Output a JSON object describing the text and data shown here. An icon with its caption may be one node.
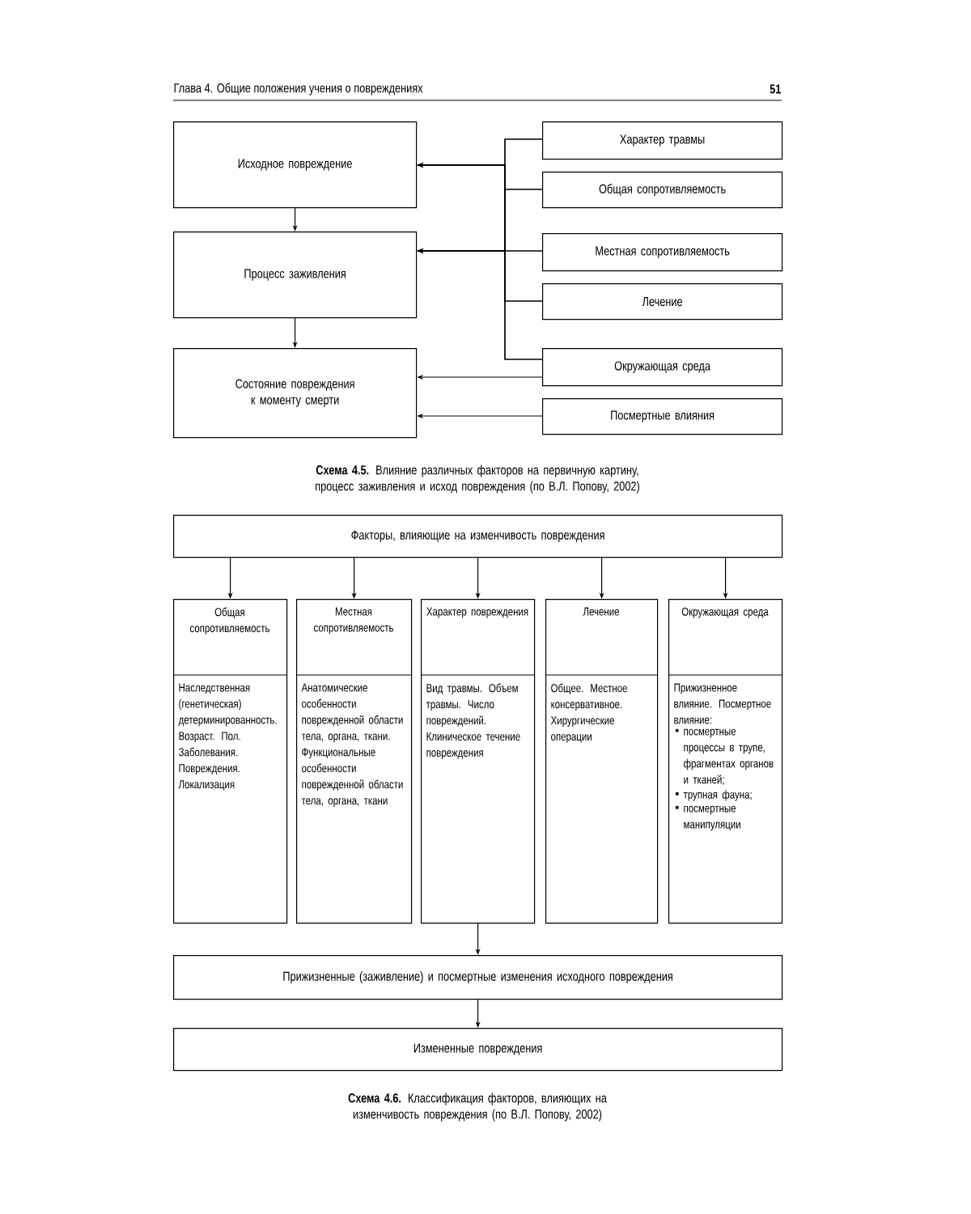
{
  "diagram": {
    "nodes": [
      {
        "text": [
          "Исходное повреждение"
        ]
      },
      {
        "text": [
          "Процесс заживления"
        ]
      },
      {
        "text": [
          "Состояние повреждения к моменту смерти"
        ]
      },
      {
        "text": [
          "Характер травмы"
        ]
      },
      {
        "text": [
          "Общая сопротивляемость"
        ]
      },
      {
        "text": [
          "Местная сопротивляемость"
        ]
      },
      {
        "text": [
          "Лечение"
        ]
      },
      {
        "text": [
          "Окружающая среда"
        ]
      },
      {
        "text": [
          "Посмертные влияния"
        ]
      },
      {
        "text": [
          "Факторы, влияющие на изменчивость повреждения"
        ]
      },
      {
        "text": [
          "Общая сопротивляемость",
          "Наследственная (генетическая) детерминированность. Возраст. Пол. Заболевания. Повреждения. Локализация"
        ]
      },
      {
        "text": [
          "Местная сопротивляемость",
          "Анатомические особенности поврежденной области тела, органа, ткани. Функциональные особенности поврежденной области тела, органа, ткани"
        ]
      },
      {
        "text": [
          "Характер повреждения",
          "Вид травмы. Объем травмы. Число повреждений. Клиническое течение повреждения"
        ]
      },
      {
        "text": [
          "Лечение",
          "Общее. Местное консервативное. Хирургические операции"
        ]
      },
      {
        "text": [
          "Окружающая среда",
          "Прижизненное влияние. Посмертное влияние:",
          "посмертные процессы в трупе, фрагментах органов и тканей;",
          "трупная фауна;",
          "посмертные манипуляции"
        ]
      },
      {
        "text": [
          "Прижизненные (заживление) и посмертные изменения исходного повреждения"
        ]
      },
      {
        "text": [
          "Измененные повреждения"
        ]
      }
    ],
    "edges": [
      {
        "from": 0,
        "to": 1,
        "arrow": "to"
      },
      {
        "from": 1,
        "to": 2,
        "arrow": "to"
      },
      {
        "from": 3,
        "to": 0,
        "arrow": "to"
      },
      {
        "from": 3,
        "to": 1,
        "arrow": "to"
      },
      {
        "from": 4,
        "to": 0,
        "arrow": "to"
      },
      {
        "from": 4,
        "to": 1,
        "arrow": "to"
      },
      {
        "from": 5,
        "to": 0,
        "arrow": "to"
      },
      {
        "from": 5,
        "to": 1,
        "arrow": "to"
      },
      {
        "from": 6,
        "to": 0,
        "arrow": "to"
      },
      {
        "from": 6,
        "to": 1,
        "arrow": "to"
      },
      {
        "from": 7,
        "to": 0,
        "arrow": "to"
      },
      {
        "from": 7,
        "to": 1,
        "arrow": "to"
      },
      {
        "from": 7,
        "to": 2,
        "arrow": "to"
      },
      {
        "from": 8,
        "to": 2,
        "arrow": "to"
      },
      {
        "from": 9,
        "to": 10,
        "arrow": "to"
      },
      {
        "from": 9,
        "to": 11,
        "arrow": "to"
      },
      {
        "from": 9,
        "to": 12,
        "arrow": "to"
      },
      {
        "from": 9,
        "to": 13,
        "arrow": "to"
      },
      {
        "from": 9,
        "to": 14,
        "arrow": "to"
      },
      {
        "from": 12,
        "to": 15,
        "arrow": "to"
      },
      {
        "from": 15,
        "to": 16,
        "arrow": "to"
      }
    ],
    "labels": [
      "Глава 4. Общие положения учения о повреждениях",
      "51",
      "**Схема 4.5.** Влияние различных факторов на первичную картину, процесс заживления и исход повреждения (по В.Л. Попову, 2002)",
      "**Схема 4.6.** Классификация факторов, влияющих на изменчивость повреждения (по В.Л. Попову, 2002)"
    ]
  }
}
